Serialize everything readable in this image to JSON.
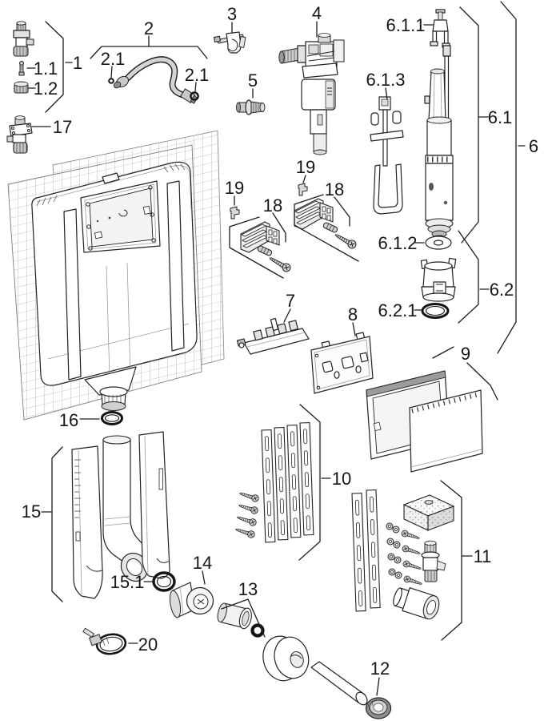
{
  "diagram": {
    "kind": "exploded-parts-diagram",
    "labels": {
      "p1": "1",
      "p1_1": "1.1",
      "p1_2": "1.2",
      "p2": "2",
      "p2_1a": "2.1",
      "p2_1b": "2.1",
      "p3": "3",
      "p4": "4",
      "p5": "5",
      "p6": "6",
      "p6_1": "6.1",
      "p6_1_1": "6.1.1",
      "p6_1_2": "6.1.2",
      "p6_1_3": "6.1.3",
      "p6_2": "6.2",
      "p6_2_1": "6.2.1",
      "p7": "7",
      "p8": "8",
      "p9": "9",
      "p10": "10",
      "p11": "11",
      "p12": "12",
      "p13": "13",
      "p14": "14",
      "p15": "15",
      "p15_1": "15.1",
      "p16": "16",
      "p17": "17",
      "p18a": "18",
      "p18b": "18",
      "p19a": "19",
      "p19b": "19",
      "p20": "20"
    },
    "colors": {
      "line": "#1c1c1c",
      "shade": "#e2e2e2",
      "dark_shade": "#bdbdbd",
      "background": "#ffffff"
    }
  }
}
